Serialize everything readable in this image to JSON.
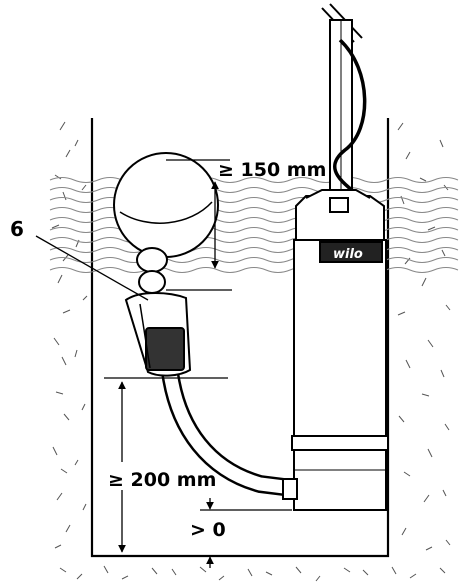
{
  "labels": {
    "callout_number": "6",
    "float_clearance": "≥ 150 mm",
    "inlet_height": "≥ 200 mm",
    "floor_clearance": "> 0",
    "brand": "wilo"
  },
  "colors": {
    "line": "#000000",
    "background": "#ffffff",
    "pump_body": "#ffffff"
  }
}
